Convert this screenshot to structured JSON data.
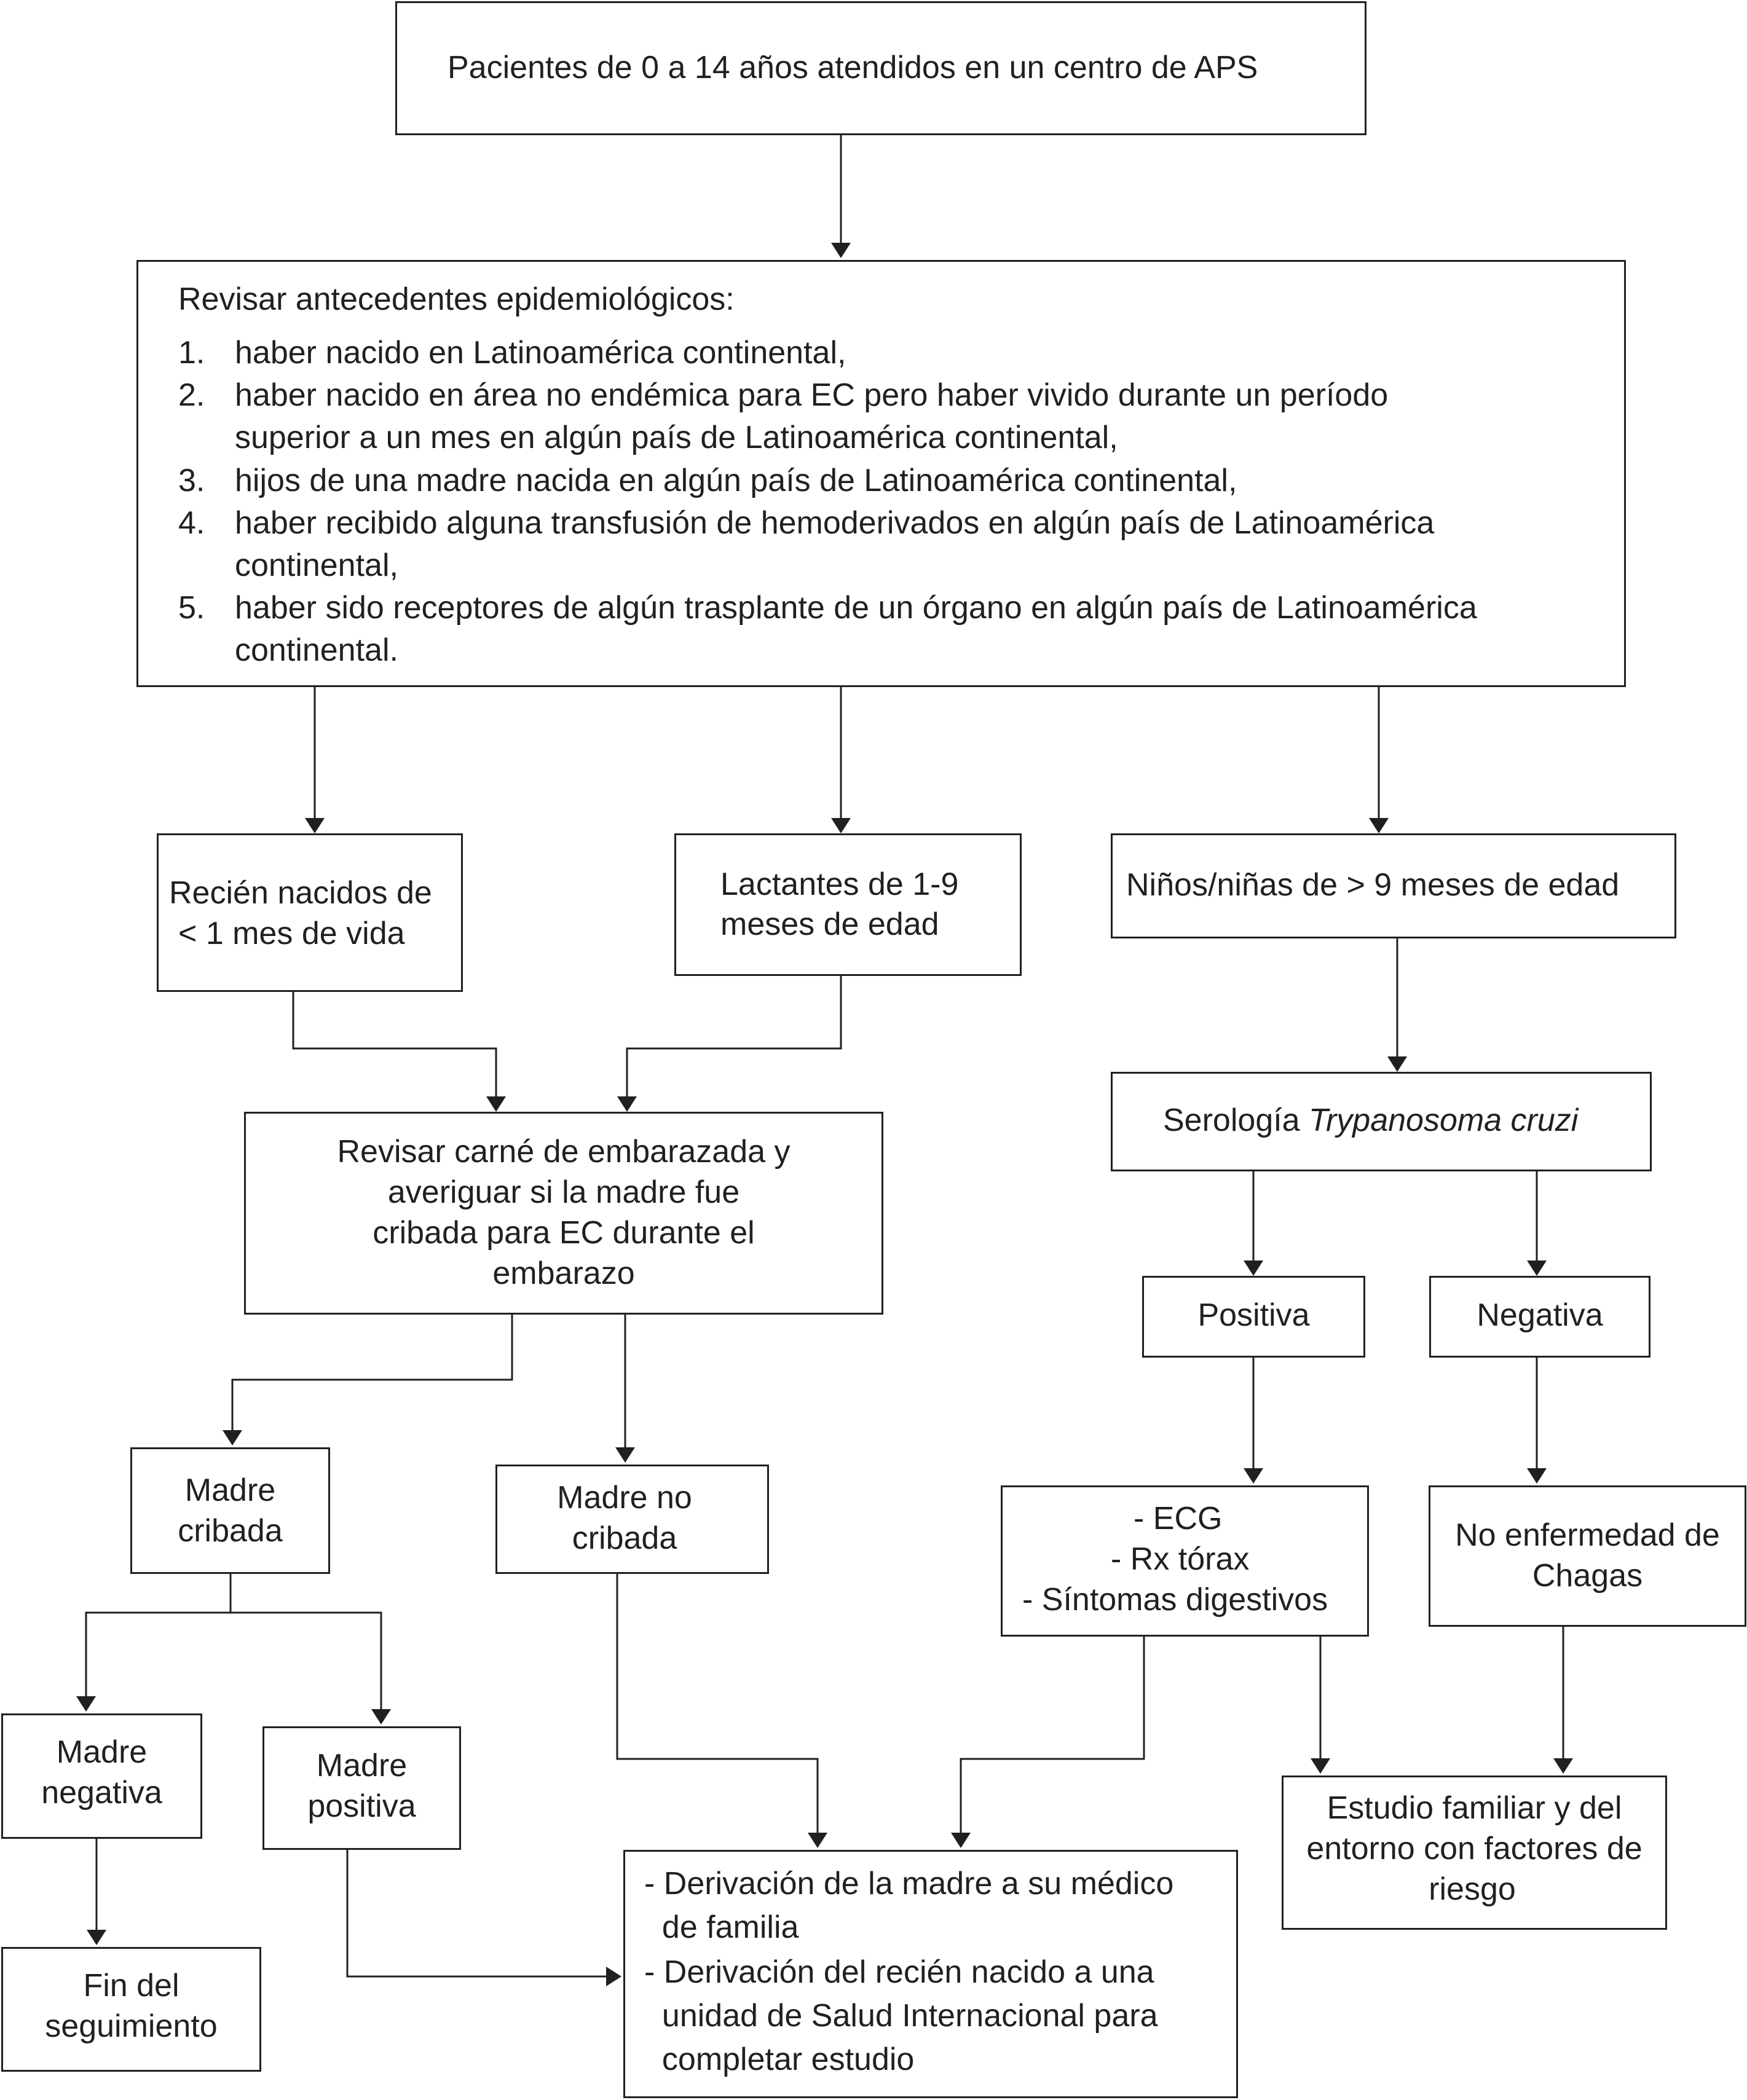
{
  "top": {
    "text": "Pacientes de 0 a 14 años atendidos en un centro de APS"
  },
  "epi": {
    "title": "Revisar antecedentes epidemiológicos:",
    "items": [
      {
        "num": "1.",
        "lines": [
          "haber nacido en Latinoamérica continental,"
        ]
      },
      {
        "num": "2.",
        "lines": [
          "haber nacido en área no endémica para EC pero haber vivido durante un período",
          "superior a un mes en algún país de Latinoamérica continental,"
        ]
      },
      {
        "num": "3.",
        "lines": [
          "hijos de una madre nacida en algún país de Latinoamérica continental,"
        ]
      },
      {
        "num": "4.",
        "lines": [
          "haber recibido alguna transfusión de hemoderivados en algún país de Latinoamérica",
          "continental,"
        ]
      },
      {
        "num": "5.",
        "lines": [
          "haber sido receptores de algún trasplante de un órgano en algún país de Latinoamérica",
          "continental."
        ]
      }
    ]
  },
  "newborn": {
    "lines": [
      "Recién nacidos de",
      "< 1 mes de vida"
    ]
  },
  "infants": {
    "lines": [
      "Lactantes de 1-9",
      "meses de edad"
    ]
  },
  "children": {
    "text": "Niños/niñas de > 9 meses de edad"
  },
  "serology": {
    "prefix": "Serología ",
    "italic": "Trypanosoma cruzi"
  },
  "pregnancy_card": {
    "lines": [
      "Revisar carné de embarazada y",
      "averiguar si la madre fue",
      "cribada para EC durante el",
      "embarazo"
    ]
  },
  "positive": {
    "text": "Positiva"
  },
  "negative": {
    "text": "Negativa"
  },
  "mother_screened": {
    "lines": [
      "Madre",
      "cribada"
    ]
  },
  "mother_not_screened": {
    "lines": [
      "Madre no",
      "cribada"
    ]
  },
  "tests": {
    "lines": [
      "- ECG",
      "- Rx tórax",
      "- Síntomas digestivos"
    ]
  },
  "no_chagas": {
    "lines": [
      "No enfermedad de",
      "Chagas"
    ]
  },
  "mother_negative": {
    "lines": [
      "Madre",
      "negativa"
    ]
  },
  "mother_positive": {
    "lines": [
      "Madre",
      "positiva"
    ]
  },
  "family_study": {
    "lines": [
      "Estudio familiar y del",
      "entorno con factores de",
      "riesgo"
    ]
  },
  "end_followup": {
    "lines": [
      "Fin del",
      "seguimiento"
    ]
  },
  "referral": {
    "lines": [
      "- Derivación de la madre a su médico",
      "  de familia",
      "- Derivación del recién nacido a una",
      "  unidad de Salud Internacional para",
      "  completar estudio"
    ]
  }
}
